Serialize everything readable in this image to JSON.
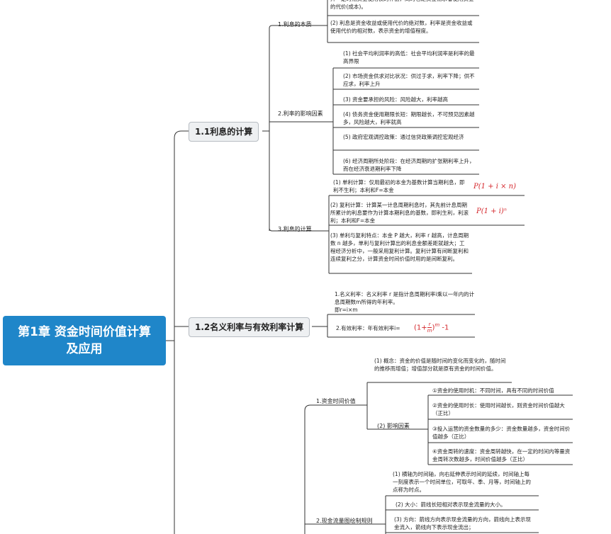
{
  "root": {
    "line1": "第1章 资金时间价值计算",
    "line2": "及应用"
  },
  "sections": [
    {
      "title": "1.1利息的计算",
      "subs": [
        {
          "label": "1.利息的本质",
          "leaves": [
            "异一定时期资金使用权的补偿，同时也是资金需求者使用资金的代价(成本)。",
            "(2) 利息是资金收益或使用代价的绝对数，利率是资金收益或使用代价的相对数，表示资金的增值程度。"
          ]
        },
        {
          "label": "2.利率的影响因素",
          "leaves": [
            "(1) 社会平均利润率的高低：社会平均利润率是利率的最高界限",
            "(2) 市场资金供求对比状况：供过于求，利率下降；供不应求，利率上升",
            "(3) 资金要承担的风险：风险越大，利率越高",
            "(4) 债务资金使用期限长短：期限越长，不可预见因素越多，风险越大，利率就高",
            "(5) 政府宏观调控政策：通过信贷政策调控宏观经济",
            "(6) 经济周期所处阶段：在经济周期的扩张期利率上升，而在经济衰退期利率下降"
          ]
        },
        {
          "label": "3.利息的计算",
          "leaves": [
            "(1) 单利计算：仅用最初的本金为基数计算当期利息，即利不生利；本利和F=本金",
            "(2) 复利计算：计算某一计息周期利息时，其先前计息周期所累计的利息要作为计算本期利息的基数，即利生利，利滚利；本利和F=本金",
            "(3) 单利与复利特点：本金 P 越大，利率 r 越高，计息周期数 n 越多，单利与复利计算出的利息金额差距就越大；工程经济分析中，一般采用复利计算。复利计算有间断复利和连续复利之分，计算资金时间价值时用的是间断复利。"
          ],
          "formulas": [
            "P(1 + i × n)",
            "P(1 + i)ⁿ"
          ]
        }
      ]
    },
    {
      "title": "1.2名义利率与有效利率计算",
      "leaves": [
        "1.名义利率：名义利率 r 是指计息周期利率i乘以一年内的计息周期数m所得的年利率。",
        "即r=i×m",
        "2.有效利率：年有效利率i="
      ],
      "formula": {
        "base": "(1+",
        "num": "r",
        "den": "m",
        "tail": ")",
        "exp": "m",
        "suffix": "-1"
      }
    },
    {
      "subs": [
        {
          "label": "1.资金时间价值",
          "children": [
            {
              "label": "(1) 概念：资金的价值是随时间的变化而变化的，随时间的推移而增值；增值部分就是原有资金的时间价值。"
            },
            {
              "label": "(2) 影响因素",
              "leaves": [
                "①资金的使用时机：不同时间，具有不同的时间价值",
                "②资金的使用时长：使用时间越长，则资金时间价值越大（正比）",
                "③投入运营的资金数量的多少：资金数量越多，资金时间价值越多（正比）",
                "④资金周转的速度：资金周转越快，在一定的时间内等量资金周转次数越多，时间价值越多（正比）"
              ]
            }
          ]
        },
        {
          "label": "2.现金流量图绘制规则",
          "leaves": [
            "(1) 横轴为时间轴，向右延伸表示时间的延续，时间轴上每一刻度表示一个时间单位，可取年、季、月等，时间轴上的点称为时点。",
            "(2) 大小：箭线长短相对表示现金流量的大小。",
            "(3) 方向：箭线方向表示现金流量的方向，箭线向上表示现金流入，箭线向下表示现金流出；"
          ]
        }
      ]
    }
  ]
}
